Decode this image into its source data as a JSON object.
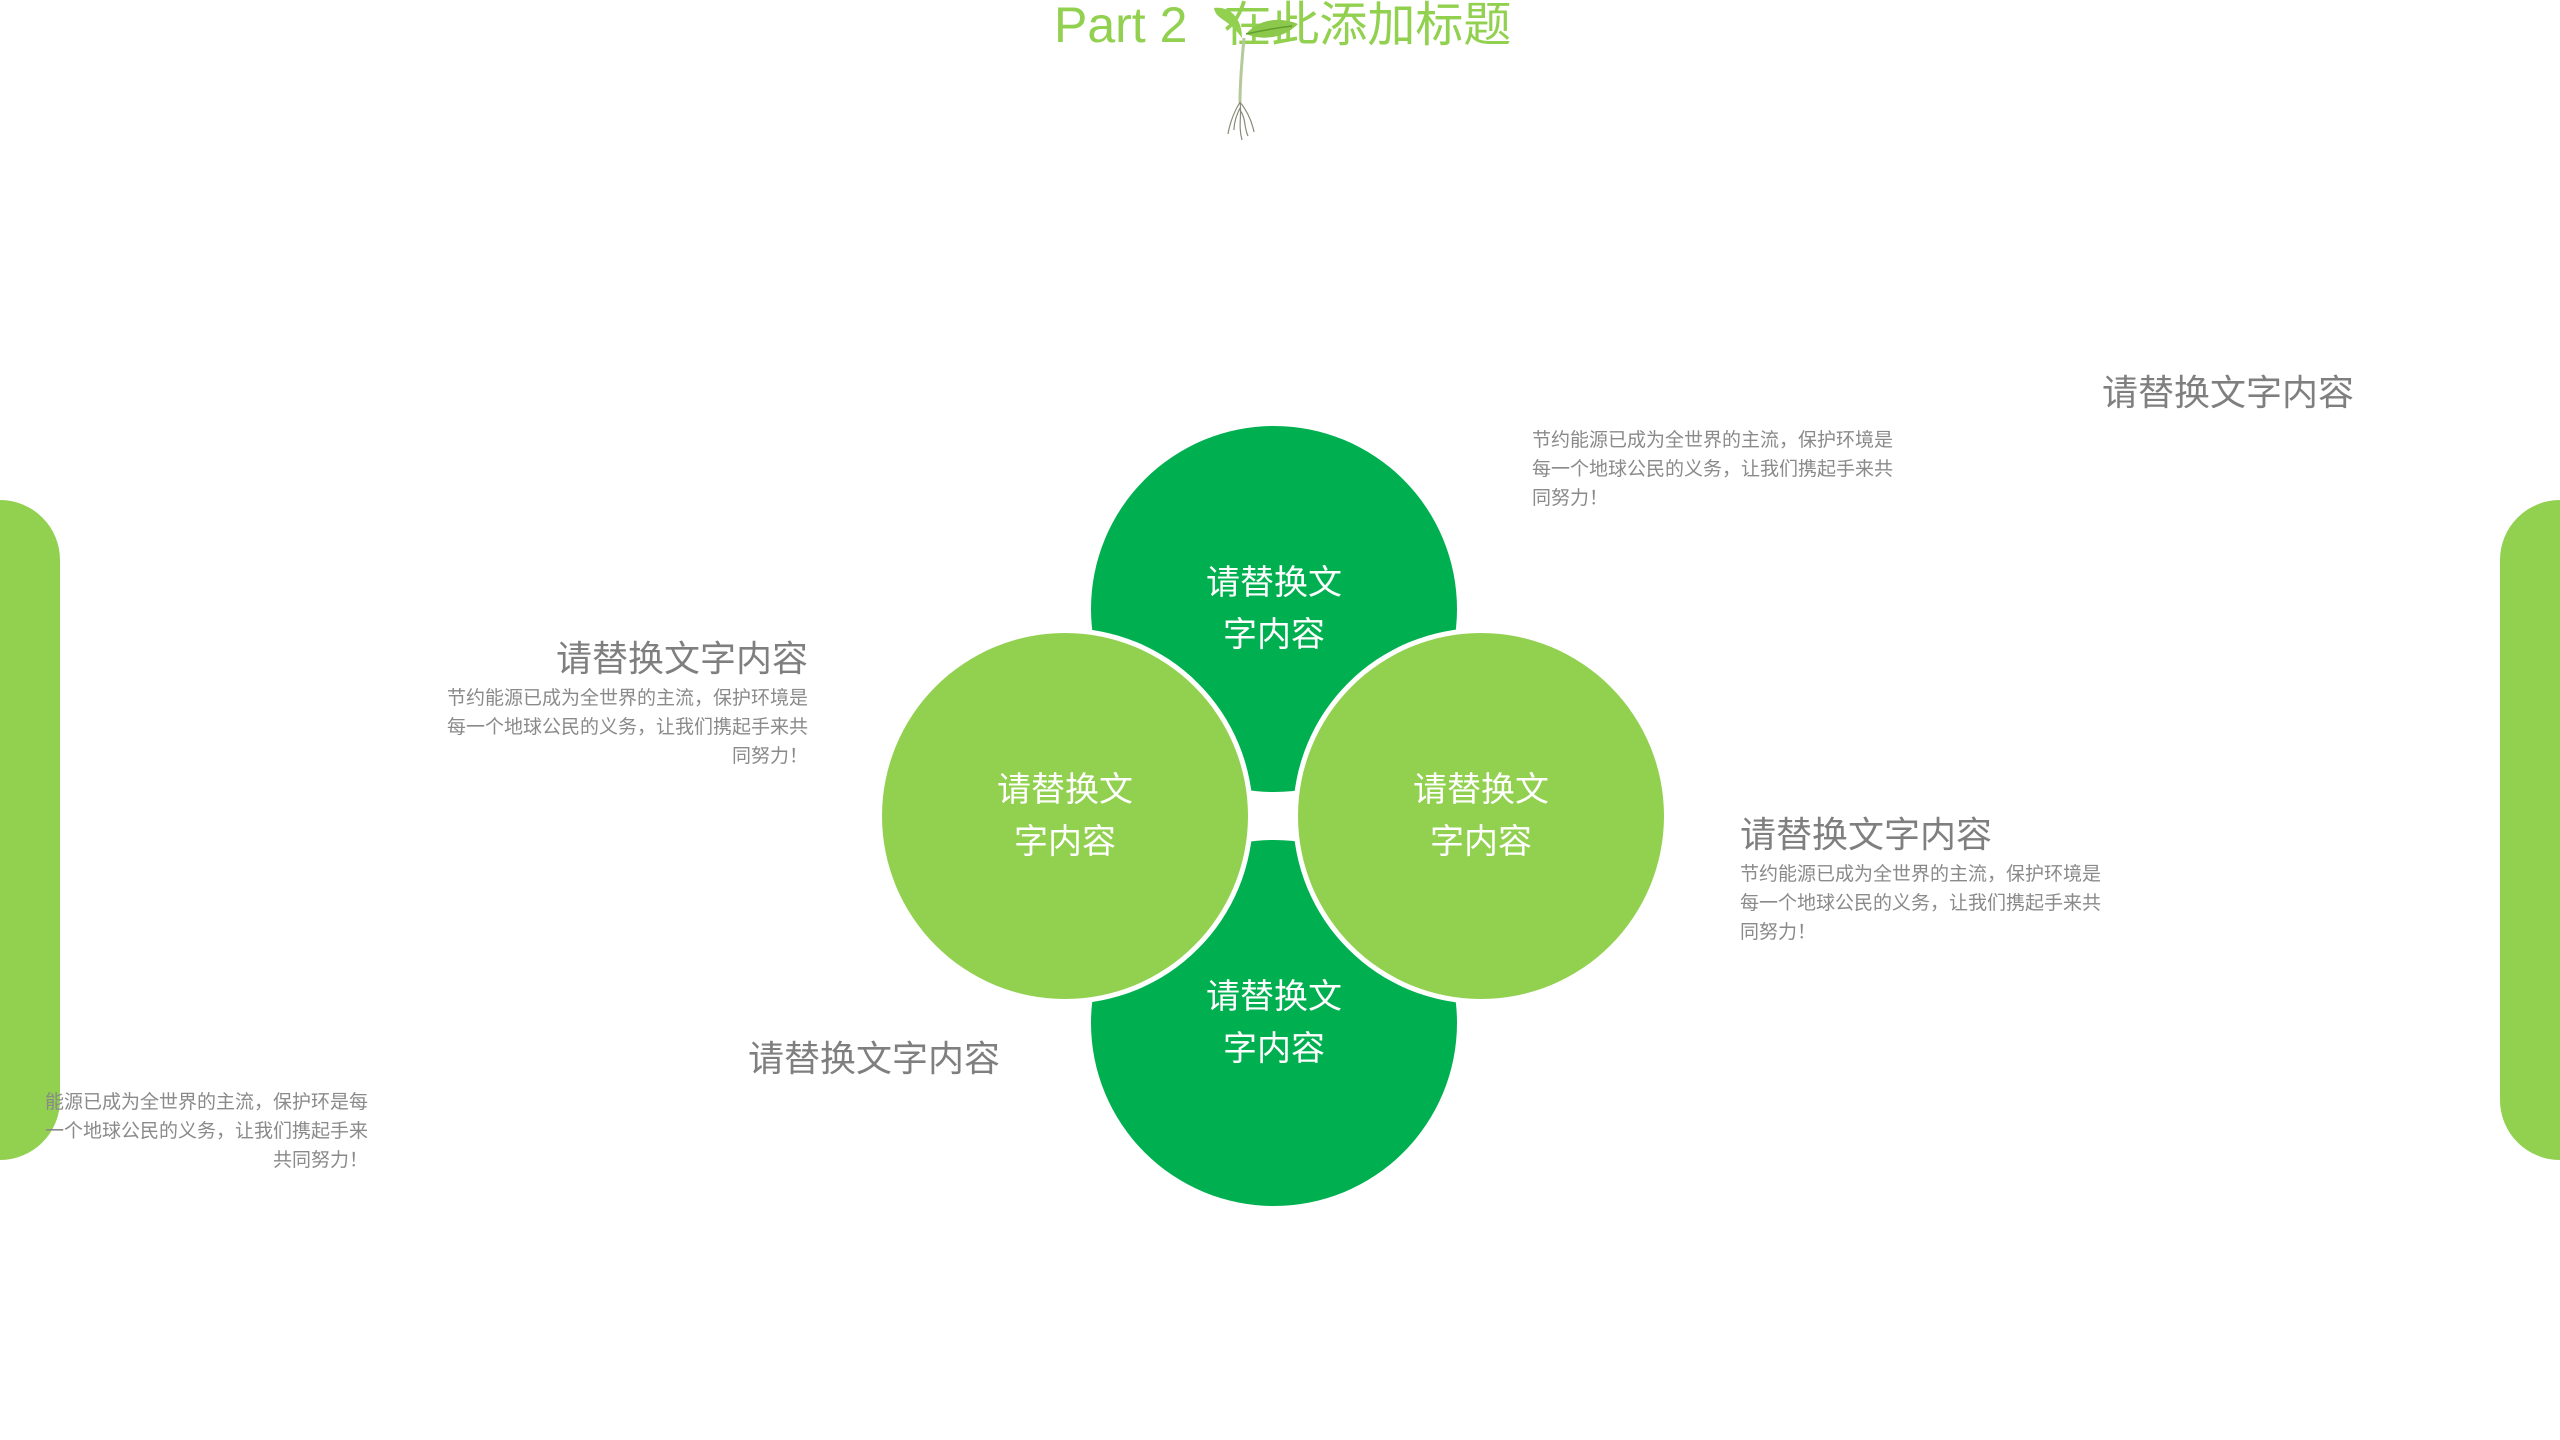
{
  "header": {
    "part": "Part 2",
    "title": "在此添加标题"
  },
  "icons": {
    "sprout": "sprout-icon"
  },
  "colors": {
    "accent_light": "#92d050",
    "accent_dark": "#00b050",
    "text_gray": "#7f7f7f",
    "background": "#ffffff"
  },
  "diagram": {
    "top": "请替换文字内容",
    "left": "请替换文字内容",
    "right": "请替换文字内容",
    "bottom": "请替换文字内容"
  },
  "text_blocks": {
    "top_right": {
      "heading": "请替换文字内容",
      "body": "节约能源已成为全世界的主流，保护环境是每一个地球公民的义务，让我们携起手来共同努力！"
    },
    "middle_left": {
      "heading": "请替换文字内容",
      "body": "节约能源已成为全世界的主流，保护环境是每一个地球公民的义务，让我们携起手来共同努力！"
    },
    "middle_right": {
      "heading": "请替换文字内容",
      "body": "节约能源已成为全世界的主流，保护环境是每一个地球公民的义务，让我们携起手来共同努力！"
    },
    "bottom_left": {
      "heading": "请替换文字内容",
      "body": "能源已成为全世界的主流，保护环是每一个地球公民的义务，让我们携起手来共同努力！"
    }
  }
}
